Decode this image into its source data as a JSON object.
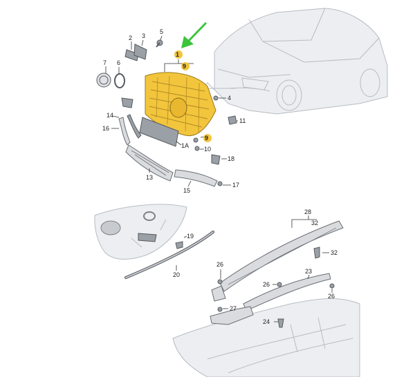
{
  "colors": {
    "highlight": "#f2c53d",
    "arrow": "#3cc43c"
  },
  "callouts": {
    "c1": "1",
    "c1A": "1A",
    "c2": "2",
    "c3": "3",
    "c4": "4",
    "c5": "5",
    "c6": "6",
    "c7": "7",
    "c9a": "9",
    "c9b": "9",
    "c10": "10",
    "c11": "11",
    "c13": "13",
    "c14": "14",
    "c15": "15",
    "c16": "16",
    "c17": "17",
    "c18": "18",
    "c19": "19",
    "c20": "20",
    "c23": "23",
    "c24": "24",
    "c26a": "26",
    "c26b": "26",
    "c26c": "26",
    "c27": "27",
    "c28": "28",
    "c32a": "32",
    "c32b": "32"
  }
}
